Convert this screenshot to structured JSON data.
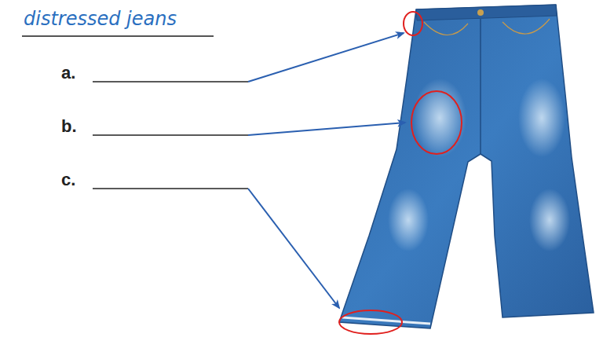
{
  "diagram": {
    "title": "distressed jeans",
    "labels": [
      "a.",
      "b.",
      "c."
    ]
  }
}
